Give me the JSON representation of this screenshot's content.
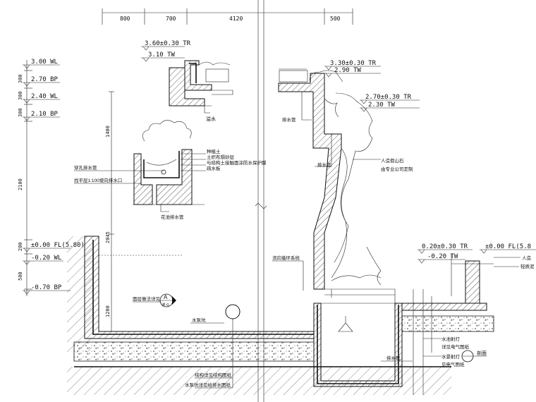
{
  "top_dimensions": [
    "800",
    "700",
    "4120",
    "500"
  ],
  "side_dimensions": [
    "300",
    "300",
    "300",
    "2100",
    "200",
    "500",
    "1400",
    "2045",
    "1200"
  ],
  "left_levels": [
    {
      "value": "3.00",
      "tag": "WL"
    },
    {
      "value": "2.70",
      "tag": "BP"
    },
    {
      "value": "2.40",
      "tag": "WL"
    },
    {
      "value": "2.10",
      "tag": "BP"
    },
    {
      "value": "±0.00",
      "tag": "FL(5.80)"
    },
    {
      "value": "-0.20",
      "tag": "WL"
    },
    {
      "value": "-0.70",
      "tag": "BP"
    }
  ],
  "top_levels": [
    {
      "value": "3.60±0.30",
      "tag": "TR"
    },
    {
      "value": "3.10",
      "tag": "TW"
    }
  ],
  "right_levels": [
    {
      "value": "3.30±0.30",
      "tag": "TR"
    },
    {
      "value": "2.90",
      "tag": "TW"
    },
    {
      "value": "2.70±0.30",
      "tag": "TR"
    },
    {
      "value": "2.30",
      "tag": "TW"
    },
    {
      "value": "0.20±0.30",
      "tag": "TR"
    },
    {
      "value": "-0.20",
      "tag": "TW"
    },
    {
      "value": "±0.00",
      "tag": "FL(5.8"
    }
  ],
  "labels": {
    "overflow_top": "溢水",
    "planting_soil": "种植土",
    "geotextile_sand": "土织布隔砂层",
    "waterproof": "与结构土接触面涂防水保护膜",
    "drain_board": "疏水板",
    "perforated_pipe": "穿孔排水管",
    "slope_note": "找平层1:100坡向排水口",
    "planter_drain": "花池排水管",
    "drain_pipe_1": "排水管",
    "drain_pipe_2": "排水管",
    "artificial_rock": "人造假山石",
    "rock_note": "由专业公司定制",
    "circulation": "流向循环系统",
    "base_note": "面层做法详见",
    "section_letter": "A",
    "section_ref": "详-0",
    "pump_pit": "水泵坑",
    "structure_note": "结构详见结构图纸",
    "pump_note": "水泵坑详见给排水图纸",
    "drain_pipe_3": "排水管",
    "pool_light": "水池射灯",
    "light_note_1": "详见电气图纸",
    "water_light": "水景射灯",
    "light_note_2": "见电气图纸",
    "section_mark": "剖面",
    "right_edge_1": "人造",
    "right_edge_2": "轻质泥"
  }
}
